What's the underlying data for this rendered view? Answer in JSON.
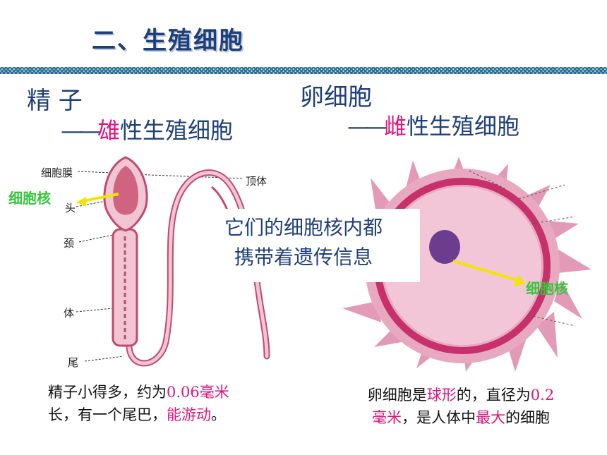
{
  "title": "二、生殖细胞",
  "sperm": {
    "heading": "精 子",
    "sub_prefix": "——",
    "sub_pink": "雄",
    "sub_rest": "性生殖细胞",
    "labels": {
      "membrane": "细胞膜",
      "acrosome": "顶体",
      "head": "头",
      "neck": "颈",
      "body": "体",
      "tail": "尾"
    },
    "nucleus": "细胞核",
    "note_a1": "精子小得多，约为",
    "note_a2": "0.06毫米",
    "note_b1": "长，有一个尾巴，",
    "note_b2": "能游动",
    "note_b3": "。"
  },
  "egg": {
    "heading": "卵细胞",
    "sub_prefix": "——",
    "sub_pink": "雌",
    "sub_rest": "性生殖细胞",
    "nucleus": "细胞核",
    "note_a1": "卵细胞是",
    "note_a2": "球形",
    "note_a3": "的，直径为",
    "note_a4": "0.2",
    "note_b1": "毫米",
    "note_b2": "，是人体中",
    "note_b3": "最大",
    "note_b4": "的细胞"
  },
  "callout": {
    "line1": "它们的细胞核内都",
    "line2": "携带着遗传信息"
  },
  "colors": {
    "heading": "#1f3f7a",
    "highlight": "#e0147a",
    "nucleus_label": "#33c63a",
    "arrow": "#f2e600",
    "cell": "#d98aa8"
  }
}
